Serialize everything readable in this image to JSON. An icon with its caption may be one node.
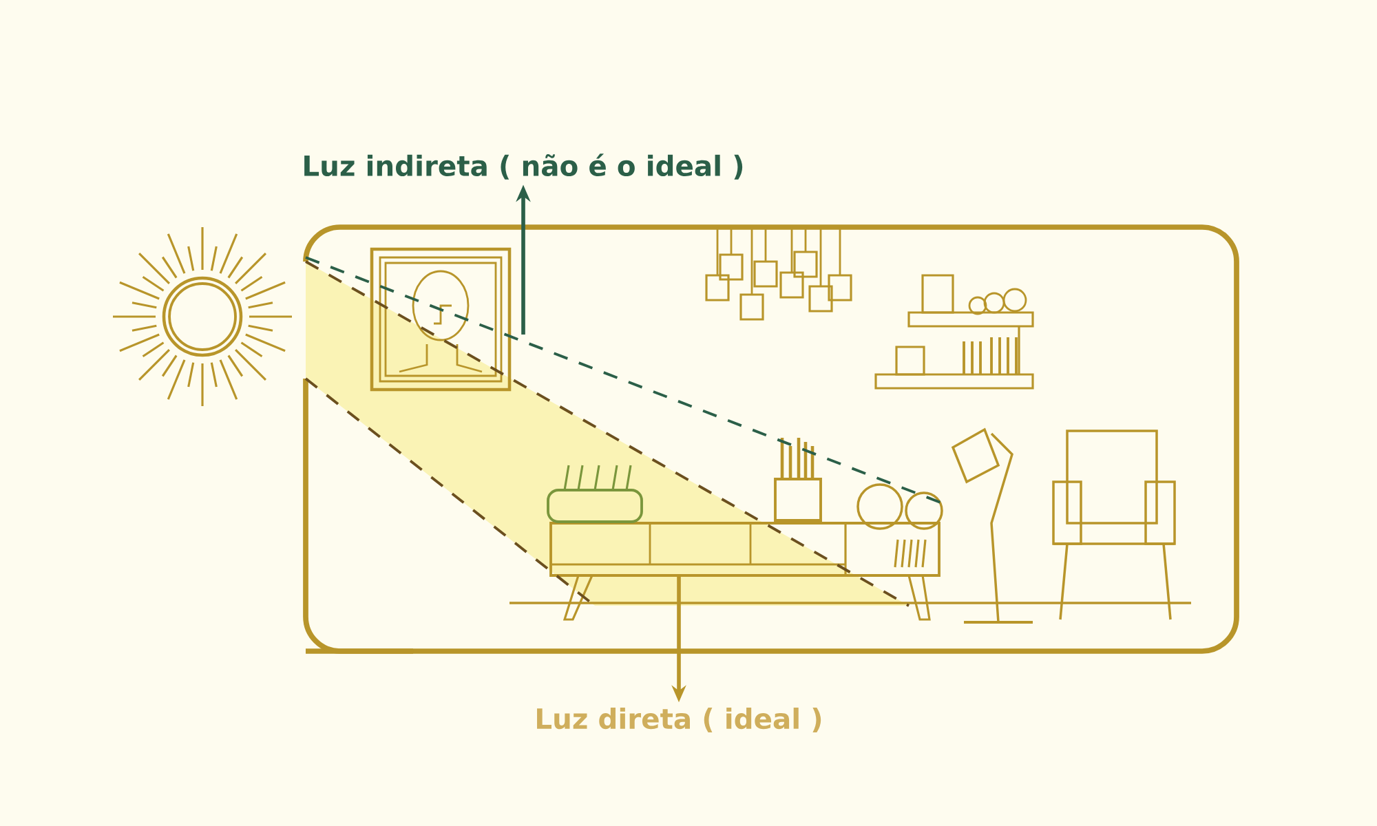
{
  "diagram": {
    "nodes": [
      {
        "text": [
          "Luz indireta ( não é o ideal )"
        ]
      },
      {
        "text": [
          "Luz direta ( ideal )"
        ]
      }
    ],
    "edges": [
      {
        "from": null,
        "to": 0,
        "arrow": "to",
        "color": "#2b5f48"
      },
      {
        "from": null,
        "to": 1,
        "arrow": "to",
        "color": "#b8952a"
      }
    ]
  }
}
